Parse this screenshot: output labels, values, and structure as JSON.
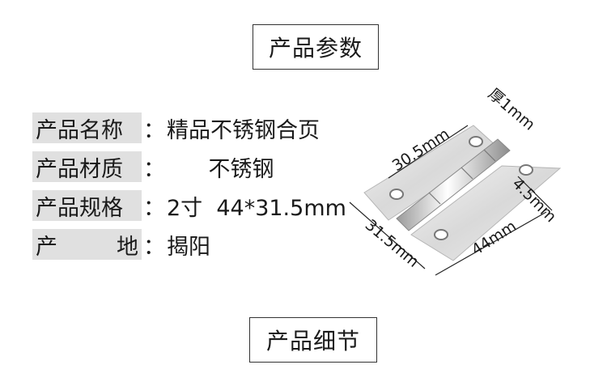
{
  "header": {
    "title": "产品参数"
  },
  "specs": [
    {
      "label_a": "产品名称",
      "label_b": "",
      "value": "精品不锈钢合页"
    },
    {
      "label_a": "产品材质",
      "label_b": "",
      "value": "      不锈钢"
    },
    {
      "label_a": "产品规格",
      "label_b": "",
      "value": "2寸  44*31.5mm"
    },
    {
      "label_a": "产",
      "label_b": "地",
      "value": "揭阳"
    }
  ],
  "colon": "：",
  "figure": {
    "dims": {
      "thickness": "厚1mm",
      "hole_spacing": "30.5mm",
      "hole_offset": "4.5mm",
      "width": "31.5mm",
      "length": "44mm"
    }
  },
  "footer": {
    "title": "产品细节"
  }
}
